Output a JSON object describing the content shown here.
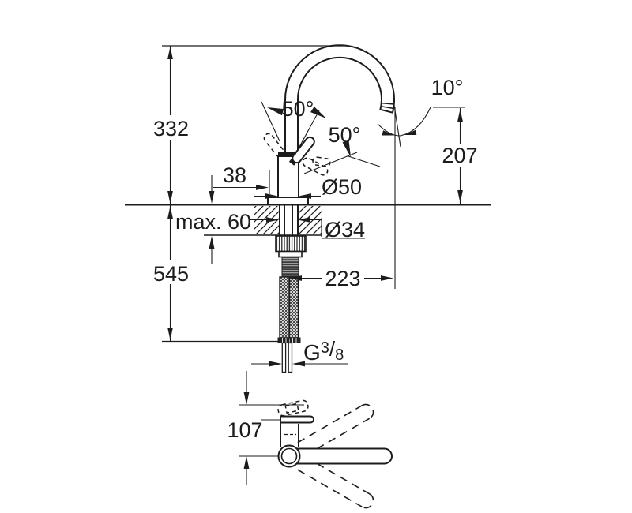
{
  "drawing": {
    "labels": {
      "height_overall": "332",
      "height_below": "545",
      "handle_clearance": "38",
      "body_diameter": "Ø50",
      "shank_diameter": "Ø34",
      "mounting_thickness": "max. 60",
      "spout_reach": "223",
      "outlet_height": "207",
      "outlet_angle": "10°",
      "handle_lift_angle": "50°",
      "handle_side_angle": "50°",
      "swivel_offset": "107",
      "thread": {
        "g": "G",
        "numerator": "3",
        "slash": "/",
        "denominator": "8"
      }
    },
    "colors": {
      "line": "#1c1c1c",
      "background": "#ffffff"
    }
  }
}
